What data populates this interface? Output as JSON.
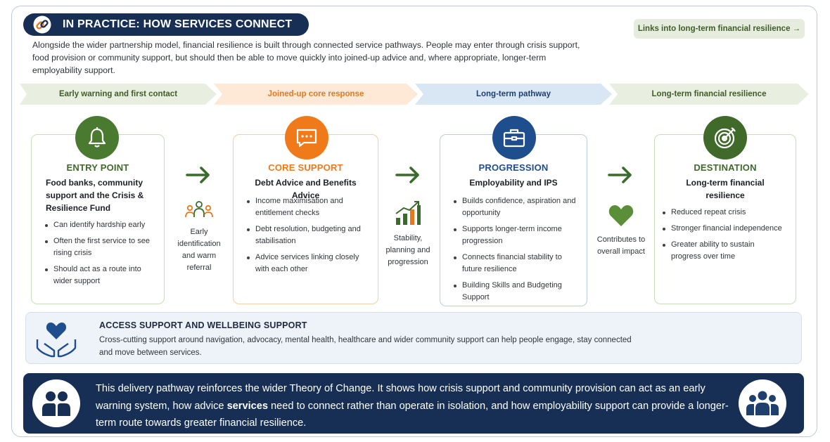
{
  "header": {
    "title": "IN PRACTICE: HOW SERVICES CONNECT",
    "links_badge": "Links into long-term financial resilience →",
    "intro": "Alongside the wider partnership model, financial resilience is built through connected service pathways. People may enter through crisis support, food provision or community support, but should then be able to move quickly into joined-up advice and, where appropriate, longer-term employability support."
  },
  "phases": [
    {
      "label": "Early warning and first contact",
      "color": "#3f5c2a",
      "fill": "#e8efe0"
    },
    {
      "label": "Joined-up core response",
      "color": "#e8781e",
      "fill": "#fdebd9"
    },
    {
      "label": "Long-term pathway",
      "color": "#1f3f6e",
      "fill": "#dbe7f4"
    },
    {
      "label": "Long-term financial resilience",
      "color": "#3f5c2a",
      "fill": "#e8efe0"
    }
  ],
  "cards": [
    {
      "title": "ENTRY POINT",
      "subtitle": "Food banks, community support and the Crisis & Resilience Fund",
      "icon": "bell-icon",
      "accent": "#4a7a30",
      "bullets": [
        "Can identify hardship early",
        "Often the first service to see rising crisis",
        "Should act as a route into wider support"
      ]
    },
    {
      "title": "CORE SUPPORT",
      "subtitle": "Debt Advice and Benefits Advice",
      "icon": "chat-icon",
      "accent": "#f07a1a",
      "bullets": [
        "Income maximisation and entitlement checks",
        "Debt resolution, budgeting and stabilisation",
        "Advice services linking closely with each other"
      ]
    },
    {
      "title": "PROGRESSION",
      "subtitle": "Employability and IPS",
      "icon": "briefcase-icon",
      "accent": "#1f4e8e",
      "bullets": [
        "Builds confidence, aspiration and opportunity",
        "Supports longer-term income progression",
        "Connects financial stability to future resilience",
        "Building Skills and Budgeting Support"
      ]
    },
    {
      "title": "DESTINATION",
      "subtitle": "Long-term financial resilience",
      "icon": "target-icon",
      "accent": "#4a7a30",
      "bullets": [
        "Reduced repeat crisis",
        "Stronger financial independence",
        "Greater ability to sustain progress over time"
      ]
    }
  ],
  "connectors": [
    {
      "label": "Early identification and warm referral",
      "icon": "people-icon"
    },
    {
      "label": "Stability, planning and progression",
      "icon": "growth-chart-icon"
    },
    {
      "label": "Contributes to overall impact",
      "icon": "heart-icon"
    }
  ],
  "access": {
    "title": "ACCESS SUPPORT AND WELLBEING SUPPORT",
    "text": "Cross-cutting support around navigation, advocacy, mental health, healthcare and wider community support can help people engage, stay connected and move between services."
  },
  "footer": {
    "text_before": "This delivery pathway reinforces the wider Theory of Change. It shows how crisis support and community provision can act as an early warning system, how advice ",
    "text_bold": "services",
    "text_after": " need to connect rather than operate in isolation, and how employability support can provide a longer-term route towards greater financial resilience."
  }
}
